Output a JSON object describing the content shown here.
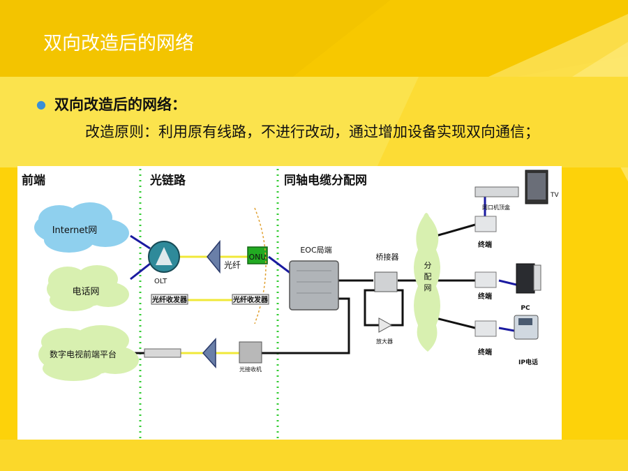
{
  "slide": {
    "title": "双向改造后的网络",
    "bullet": "双向改造后的网络：",
    "body": "改造原则：利用原有线路，不进行改动，通过增加设备实现双向通信；"
  },
  "diagram": {
    "sections": {
      "front": "前端",
      "optical": "光链路",
      "coax": "同轴电缆分配网"
    },
    "clouds": {
      "internet": "Internet网",
      "phone": "电话网",
      "dtv": "数字电视前端平台"
    },
    "labels": {
      "olt": "OLT",
      "fiber": "光纤",
      "onu": "ONU",
      "transceiver1": "光纤收发器",
      "transceiver2": "光纤收发器",
      "receiver": "光接收机",
      "eoc": "EOC局端",
      "bridge": "桥接器",
      "amplifier": "放大器",
      "distribution": "分配网",
      "terminal1": "终端",
      "terminal2": "终端",
      "terminal3": "终端",
      "stb": "网口机顶盒",
      "tv": "TV",
      "pc": "PC",
      "ipphone": "IP电话"
    },
    "colors": {
      "link_blue": "#1a1aa0",
      "fiber_yellow": "#f0e838",
      "divider_green": "#33cc33",
      "onu_green": "#22aa22",
      "cloud_blue": "#8fd0ee",
      "cloud_green": "#d8f0b0"
    }
  }
}
